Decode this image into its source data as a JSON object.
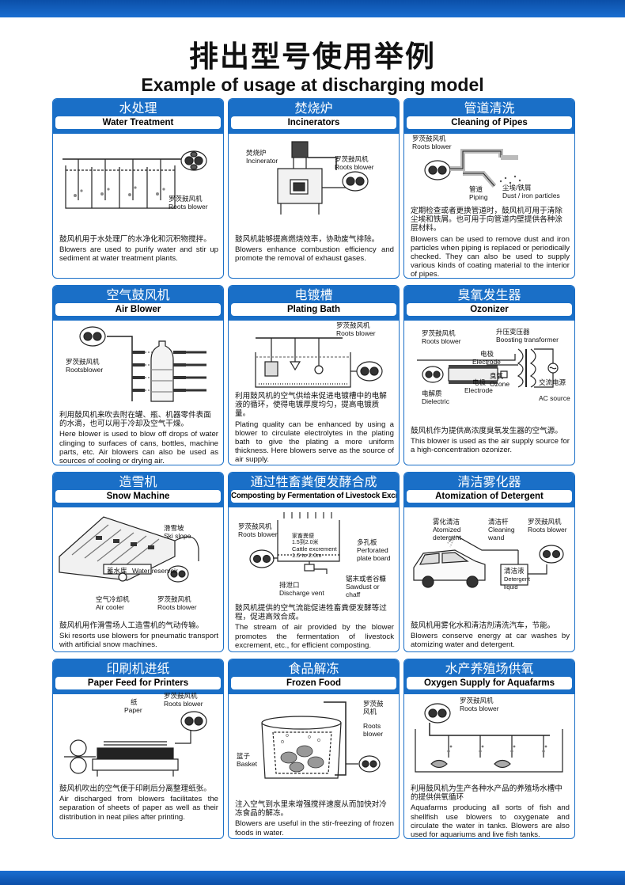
{
  "header": {
    "title_cn": "排出型号使用举例",
    "title_en": "Example of usage at discharging model"
  },
  "cards": [
    {
      "title_cn": "水处理",
      "title_en": "Water Treatment",
      "labels": [
        "罗茨鼓风机",
        "Roots blower"
      ],
      "desc_cn": "鼓风机用于水处理厂的水净化和沉积物搅拌。",
      "desc_en": "Blowers are used to purify water and stir up sediment at water treatment plants."
    },
    {
      "title_cn": "焚烧炉",
      "title_en": "Incinerators",
      "labels": [
        "焚烧炉",
        "Incinerator",
        "罗茨鼓风机",
        "Roots blower"
      ],
      "desc_cn": "鼓风机能够提高燃烧效率，协助废气排除。",
      "desc_en": "Blowers enhance combustion efficiency and promote the removal of exhaust gases."
    },
    {
      "title_cn": "管道清洗",
      "title_en": "Cleaning of Pipes",
      "labels": [
        "罗茨鼓风机",
        "Roots blower",
        "管道",
        "Piping",
        "尘埃/铁屑",
        "Dust / iron particles"
      ],
      "desc_cn": "定期检查或者更换管道时，鼓风机可用于清除尘埃和铁屑。也可用于向管道内壁提供各种涂层材料。",
      "desc_en": "Blowers can be used to remove dust and iron particles when piping is replaced or periodically checked. They can also be used to supply various kinds of coating material to the interior of pipes."
    },
    {
      "title_cn": "空气鼓风机",
      "title_en": "Air Blower",
      "labels": [
        "罗茨鼓风机",
        "Rootsblower"
      ],
      "desc_cn": "利用鼓风机来吹去附在罐、瓶、机器零件表面的水滴，也可以用于冷却及空气干燥。",
      "desc_en": "Here blower is used to blow off drops of water clinging to surfaces of cans, bottles, machine parts, etc. Air blowers can also be used as sources of cooling or drying air."
    },
    {
      "title_cn": "电镀槽",
      "title_en": "Plating Bath",
      "labels": [
        "罗茨鼓风机",
        "Roots blower"
      ],
      "desc_cn": "利用鼓风机的空气供给来促进电镀槽中的电解液的循环，使得电镀厚度均匀，提高电镀质量。",
      "desc_en": "Plating quality can be enhanced by using a blower to circulate electrolytes in the plating bath to give the plating a more uniform thickness. Here blowers serve as the source of air supply."
    },
    {
      "title_cn": "臭氧发生器",
      "title_en": "Ozonizer",
      "labels": [
        "罗茨鼓风机",
        "Roots blower",
        "升压变压器",
        "Boosting transformer",
        "电极",
        "Electrode",
        "臭氧",
        "Ozone",
        "电极",
        "Electrode",
        "电解质",
        "Dielectric",
        "交流电源",
        "AC source"
      ],
      "desc_cn": "鼓风机作为提供高浓度臭氧发生器的空气源。",
      "desc_en": "This blower is used as the air supply source for a high-concentration ozonizer."
    },
    {
      "title_cn": "造雪机",
      "title_en": "Snow Machine",
      "labels": [
        "滑雪坡",
        "Ski slope",
        "蓄水库",
        "Water reservoir",
        "空气冷却机",
        "Air cooler",
        "罗茨鼓风机",
        "Roots blower"
      ],
      "desc_cn": "鼓风机用作滑雪场人工造雪机的气动传输。",
      "desc_en": "Ski resorts use blowers for pneumatic transport with artificial snow machines."
    },
    {
      "title_cn": "通过牲畜粪便发酵合成",
      "title_en": "Composting by Fermentation of Livestock Excrement",
      "labels": [
        "罗茨鼓风机",
        "Roots blower",
        "家畜粪便",
        "1.5到2.0米",
        "Cattle excrement",
        "1.5 to 2.0m",
        "多孔板",
        "Perforated plate board",
        "排泄口",
        "Discharge vent",
        "锯末或者谷糠",
        "Sawdust or chaff"
      ],
      "desc_cn": "鼓风机提供的空气流能促进牲畜粪便发酵等过程，促进高效合成。",
      "desc_en": "The stream of air provided by the blower promotes the fermentation of livestock excrement, etc., for efficient composting."
    },
    {
      "title_cn": "清洁雾化器",
      "title_en": "Atomization of Detergent",
      "labels": [
        "雾化清洁",
        "Atomized detergent",
        "清洁杆",
        "Cleaning wand",
        "罗茨鼓风机",
        "Roots blower",
        "清洁液",
        "Detergent liquid"
      ],
      "desc_cn": "鼓风机用雾化水和清洁剂清洗汽车，节能。",
      "desc_en": "Blowers conserve energy at car washes by atomizing water and detergent."
    },
    {
      "title_cn": "印刷机进纸",
      "title_en": "Paper Feed for Printers",
      "labels": [
        "纸",
        "Paper",
        "罗茨鼓风机",
        "Roots blower"
      ],
      "desc_cn": "鼓风机吹出的空气便于印刷后分离整理纸张。",
      "desc_en": "Air discharged from blowers facilitates the separation of sheets of paper as well as their distribution in neat piles after printing."
    },
    {
      "title_cn": "食品解冻",
      "title_en": "Frozen Food",
      "labels": [
        "罗茨鼓风机",
        "Roots blower",
        "篮子",
        "Basket"
      ],
      "desc_cn": "注入空气到水里来增强搅拌速度从而加快对冷冻食品的解冻。",
      "desc_en": "Blowers are useful in the stir-freezing of frozen foods in water."
    },
    {
      "title_cn": "水产养殖场供氧",
      "title_en": "Oxygen Supply for Aquafarms",
      "labels": [
        "罗茨鼓风机",
        "Roots blower"
      ],
      "desc_cn": "利用鼓风机为生产各种水产品的养殖场水槽中的提供供氧循环",
      "desc_en": "Aquafarms producing all sorts of fish and shellfish use blowers to oxygenate and circulate the water in tanks. Blowers are also used for aquariums and live fish tanks."
    }
  ]
}
